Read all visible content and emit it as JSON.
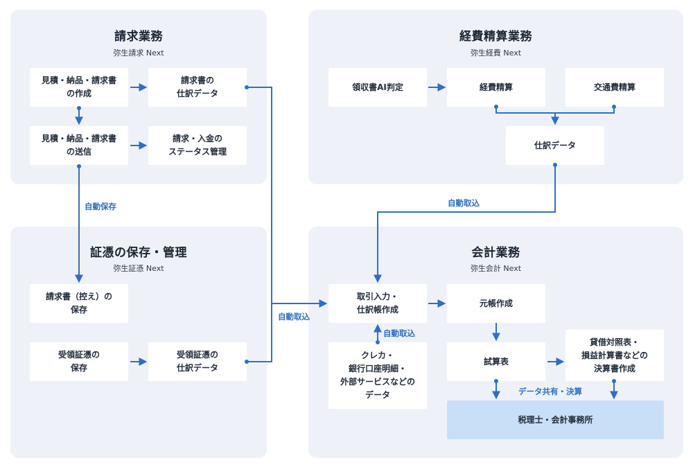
{
  "panels": {
    "billing": {
      "title": "請求業務",
      "subtitle": "弥生請求 Next"
    },
    "expense": {
      "title": "経費精算業務",
      "subtitle": "弥生経費 Next"
    },
    "voucher": {
      "title": "証憑の保存・管理",
      "subtitle": "弥生証憑 Next"
    },
    "accounting": {
      "title": "会計業務",
      "subtitle": "弥生会計 Next"
    }
  },
  "boxes": {
    "quote_create": "見積・納品・請求書\nの作成",
    "invoice_journal": "請求書の\n仕訳データ",
    "quote_send": "見積・納品・請求書\nの送信",
    "status_manage": "請求・入金の\nステータス管理",
    "receipt_ai": "領収書AI判定",
    "expense_settle": "経費精算",
    "transport_settle": "交通費精算",
    "expense_journal": "仕訳データ",
    "invoice_copy": "請求書（控え）の\n保存",
    "receipt_save": "受領証憑の\n保存",
    "receipt_journal": "受領証憑の\n仕訳データ",
    "transaction_entry": "取引入力・\n仕訳帳作成",
    "ledger": "元帳作成",
    "card_data": "クレカ・\n銀行口座明細・\n外部サービスなどの\nデータ",
    "trial_balance": "試算表",
    "financial_statements": "貸借対照表・\n損益計算書などの\n決算書作成",
    "tax_accountant": "税理士・会計事務所"
  },
  "labels": {
    "auto_save": "自動保存",
    "auto_import_top": "自動取込",
    "auto_import_left": "自動取込",
    "auto_import_card": "自動取込",
    "data_share": "データ共有・決算"
  },
  "colors": {
    "panel_bg": "#eef2f8",
    "box_bg": "#ffffff",
    "highlight_bg": "#c9dff7",
    "arrow": "#2f6fc4"
  }
}
